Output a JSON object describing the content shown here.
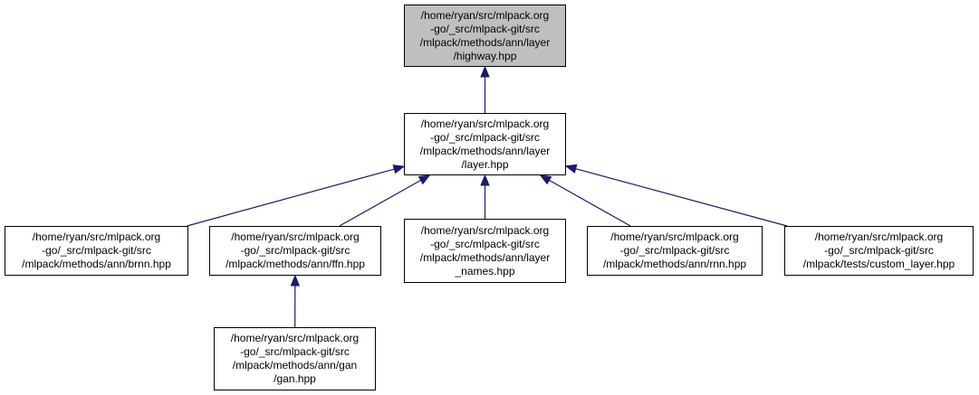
{
  "colors": {
    "edge": "#191970",
    "root_fill": "#bfbfbf",
    "node_fill": "#ffffff",
    "border": "#000000"
  },
  "nodes": {
    "highway": {
      "lines": [
        "/home/ryan/src/mlpack.org",
        "-go/_src/mlpack-git/src",
        "/mlpack/methods/ann/layer",
        "/highway.hpp"
      ]
    },
    "layer": {
      "lines": [
        "/home/ryan/src/mlpack.org",
        "-go/_src/mlpack-git/src",
        "/mlpack/methods/ann/layer",
        "/layer.hpp"
      ]
    },
    "brnn": {
      "lines": [
        "/home/ryan/src/mlpack.org",
        "-go/_src/mlpack-git/src",
        "/mlpack/methods/ann/brnn.hpp"
      ]
    },
    "ffn": {
      "lines": [
        "/home/ryan/src/mlpack.org",
        "-go/_src/mlpack-git/src",
        "/mlpack/methods/ann/ffn.hpp"
      ]
    },
    "layer_names": {
      "lines": [
        "/home/ryan/src/mlpack.org",
        "-go/_src/mlpack-git/src",
        "/mlpack/methods/ann/layer",
        "_names.hpp"
      ]
    },
    "rnn": {
      "lines": [
        "/home/ryan/src/mlpack.org",
        "-go/_src/mlpack-git/src",
        "/mlpack/methods/ann/rnn.hpp"
      ]
    },
    "custom_layer": {
      "lines": [
        "/home/ryan/src/mlpack.org",
        "-go/_src/mlpack-git/src",
        "/mlpack/tests/custom_layer.hpp"
      ]
    },
    "gan": {
      "lines": [
        "/home/ryan/src/mlpack.org",
        "-go/_src/mlpack-git/src",
        "/mlpack/methods/ann/gan",
        "/gan.hpp"
      ]
    }
  },
  "edges": [
    {
      "from": "layer",
      "to": "highway"
    },
    {
      "from": "brnn",
      "to": "layer"
    },
    {
      "from": "ffn",
      "to": "layer"
    },
    {
      "from": "layer_names",
      "to": "layer"
    },
    {
      "from": "rnn",
      "to": "layer"
    },
    {
      "from": "custom_layer",
      "to": "layer"
    },
    {
      "from": "gan",
      "to": "ffn"
    }
  ]
}
